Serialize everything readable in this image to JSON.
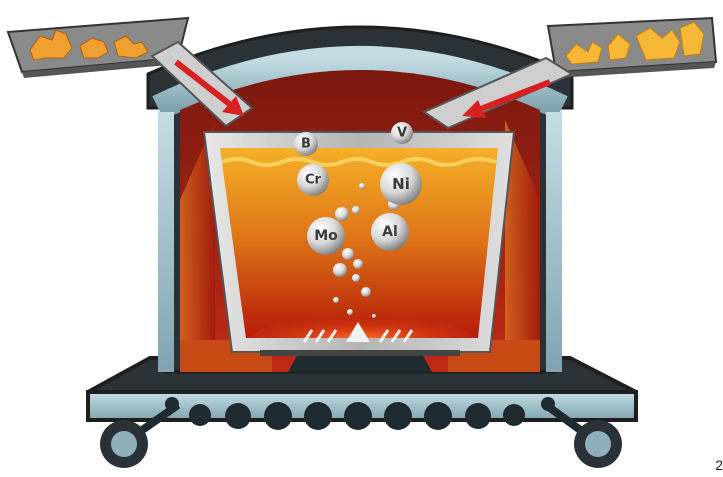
{
  "figure": {
    "alloy_elements": [
      "B",
      "V",
      "Cr",
      "Ni",
      "Mo",
      "Al"
    ],
    "page_mark": "2"
  },
  "colors": {
    "molten_top": "#f0a020",
    "molten_bottom": "#b81808",
    "refractory": "#c8301c",
    "shell": "#9cc0cc",
    "shell_dark": "#2a2a2a",
    "scrap": "#f0a030",
    "arrow": "#d82020",
    "hopper": "#8a8a8a"
  }
}
